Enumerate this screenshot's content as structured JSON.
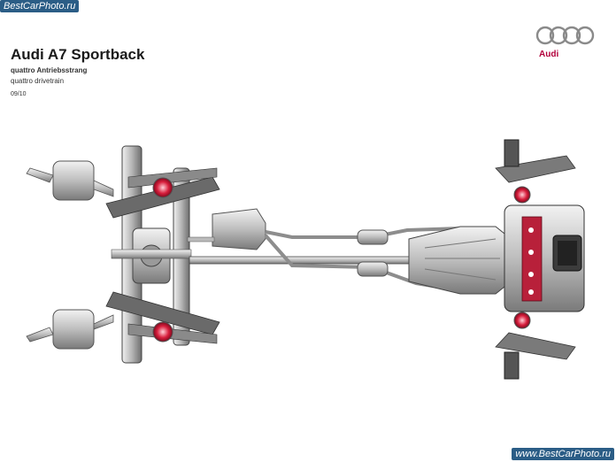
{
  "watermark_top": "BestCarPhoto.ru",
  "watermark_bottom": "www.BestCarPhoto.ru",
  "title": "Audi A7 Sportback",
  "subtitle_de": "quattro Antriebsstrang",
  "subtitle_en": "quattro drivetrain",
  "date": "09/10",
  "brand": "Audi",
  "colors": {
    "brand_red": "#b2003b",
    "watermark_bg": "#2b5d86"
  }
}
